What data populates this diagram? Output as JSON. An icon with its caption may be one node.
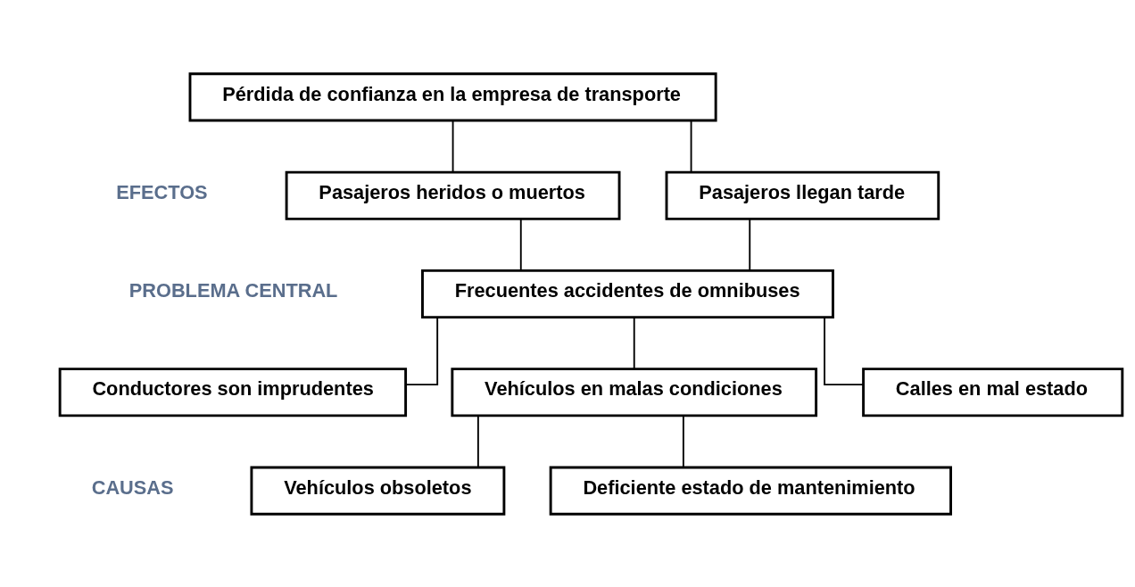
{
  "diagram": {
    "nodes": [
      {
        "text": [
          "Pérdida de confianza en la empresa de transporte"
        ]
      },
      {
        "text": [
          "Pasajeros heridos o muertos"
        ]
      },
      {
        "text": [
          "Pasajeros llegan tarde"
        ]
      },
      {
        "text": [
          "Frecuentes accidentes de omnibuses"
        ]
      },
      {
        "text": [
          "Conductores son imprudentes"
        ]
      },
      {
        "text": [
          "Vehículos en malas condiciones"
        ]
      },
      {
        "text": [
          "Calles en mal estado"
        ]
      },
      {
        "text": [
          "Vehículos obsoletos"
        ]
      },
      {
        "text": [
          "Deficiente estado de mantenimiento"
        ]
      }
    ],
    "edges": [
      {
        "from": 0,
        "to": 1,
        "arrow": "none"
      },
      {
        "from": 0,
        "to": 2,
        "arrow": "none"
      },
      {
        "from": 1,
        "to": 3,
        "arrow": "none"
      },
      {
        "from": 2,
        "to": 3,
        "arrow": "none"
      },
      {
        "from": 3,
        "to": 4,
        "arrow": "none"
      },
      {
        "from": 3,
        "to": 5,
        "arrow": "none"
      },
      {
        "from": 3,
        "to": 6,
        "arrow": "none"
      },
      {
        "from": 5,
        "to": 7,
        "arrow": "none"
      },
      {
        "from": 5,
        "to": 8,
        "arrow": "none"
      }
    ],
    "labels": [
      "EFECTOS",
      "PROBLEMA CENTRAL",
      "CAUSAS"
    ]
  }
}
